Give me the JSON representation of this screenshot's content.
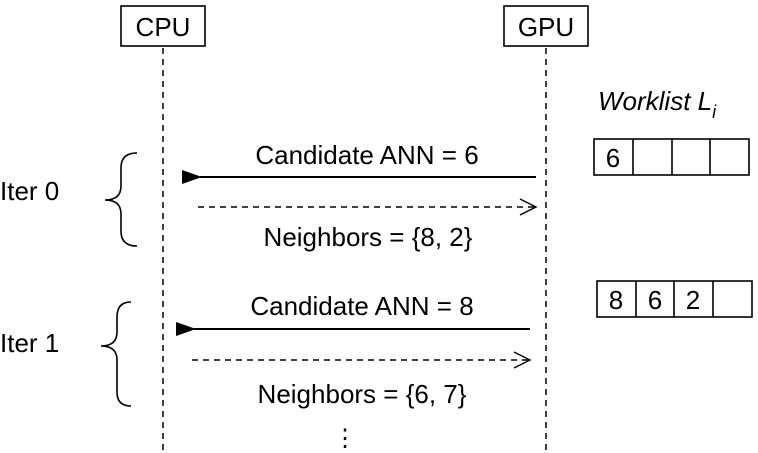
{
  "lanes": {
    "cpu_label": "CPU",
    "gpu_label": "GPU"
  },
  "worklist": {
    "label_prefix": "Worklist ",
    "label_var": "L",
    "label_sub": "i"
  },
  "iterations": [
    {
      "label": "Iter 0",
      "request": "Candidate ANN = 6",
      "response": "Neighbors = {8, 2}",
      "worklist_cells": [
        "6",
        "",
        "",
        ""
      ]
    },
    {
      "label": "Iter 1",
      "request": "Candidate ANN = 8",
      "response": "Neighbors = {6, 7}",
      "worklist_cells": [
        "8",
        "6",
        "2",
        ""
      ]
    }
  ],
  "continuation": "⋮"
}
